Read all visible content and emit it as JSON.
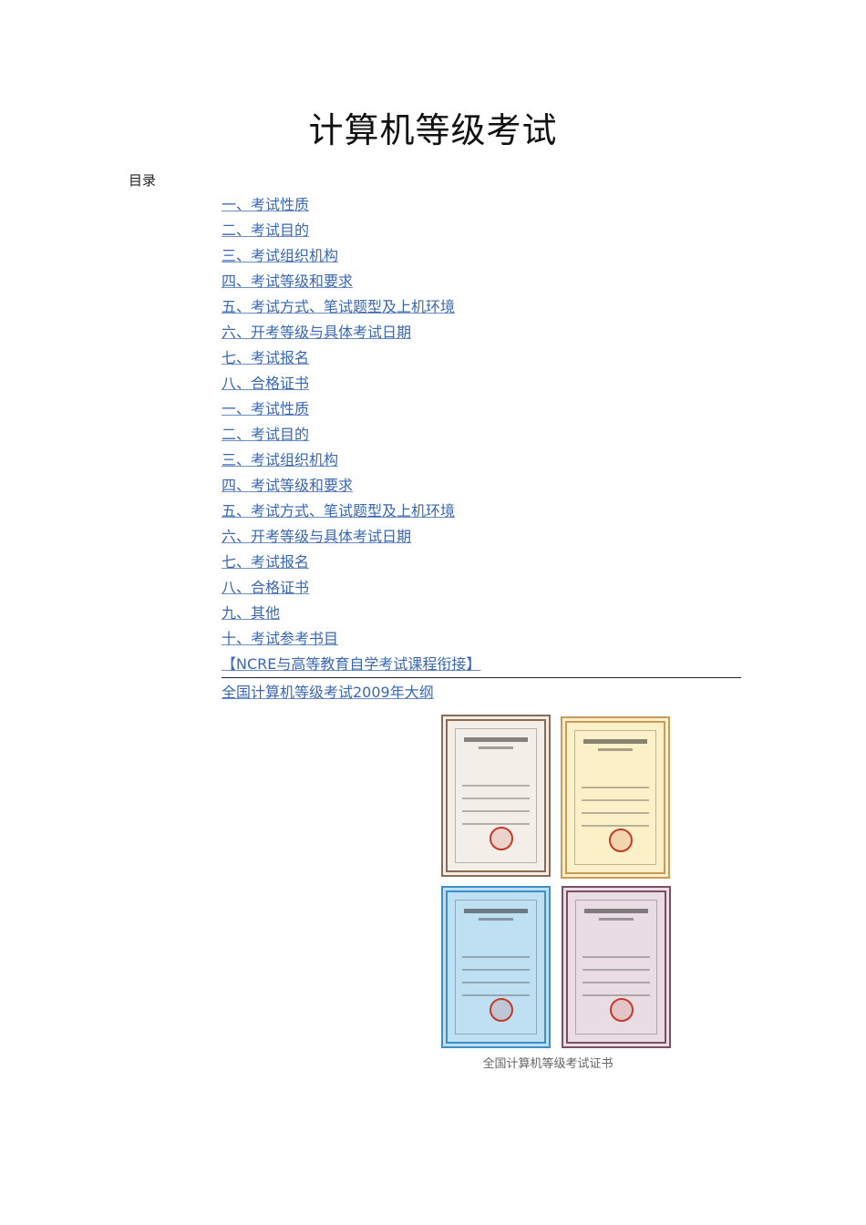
{
  "document": {
    "title": "计算机等级考试",
    "toc_label": "目录",
    "toc_items": [
      "一、考试性质",
      "二、考试目的",
      "三、考试组织机构",
      "四、考试等级和要求",
      "五、考试方式、笔试题型及上机环境",
      "六、开考等级与具体考试日期",
      "七、考试报名",
      "八、合格证书",
      "一、考试性质",
      "二、考试目的",
      "三、考试组织机构",
      "四、考试等级和要求",
      "五、考试方式、笔试题型及上机环境",
      "六、开考等级与具体考试日期",
      "七、考试报名",
      "八、合格证书",
      "九、其他",
      "十、考试参考书目",
      "【NCRE与高等教育自学考试课程衔接】",
      "全国计算机等级考试2009年大纲"
    ],
    "figure_caption": "全国计算机等级考试证书"
  },
  "colors": {
    "link": "#3a67b0",
    "cert_1": "#8b6c52",
    "cert_2": "#c99a5a",
    "cert_3": "#3d8fc8",
    "cert_4": "#7a4f62"
  }
}
